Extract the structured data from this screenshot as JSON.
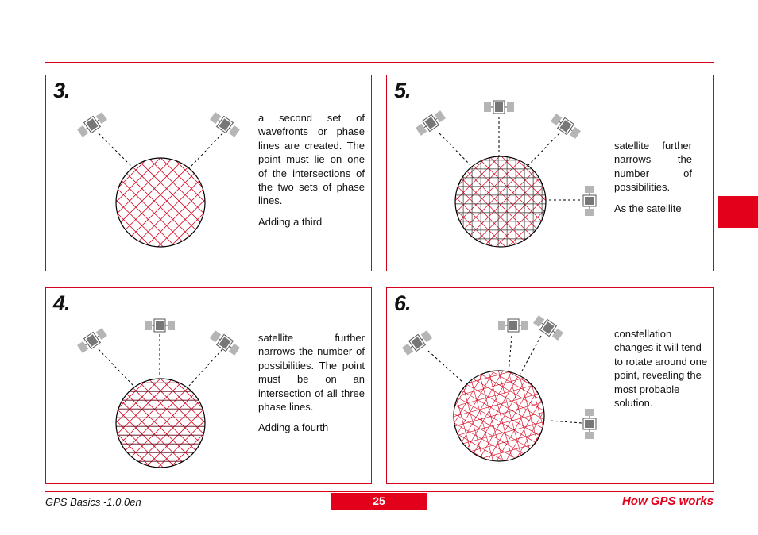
{
  "colors": {
    "accent": "#e2001a",
    "rule": "#d6001c",
    "mesh": "#d6001c",
    "satellite": "#b5b5b5"
  },
  "panels": {
    "p3": {
      "number": "3.",
      "paragraphs": [
        "a second set of wavefronts or phase lines are created. The point must lie on one of the intersections of the two sets of phase lines.",
        "Adding a third"
      ]
    },
    "p5": {
      "number": "5.",
      "paragraphs": [
        "satellite further narrows the number of possibilities.",
        "As the satellite"
      ]
    },
    "p4": {
      "number": "4.",
      "paragraphs": [
        "satellite further narrows the number of possibilities. The point must be on an intersection of all three phase lines.",
        "Adding a fourth"
      ]
    },
    "p6": {
      "number": "6.",
      "paragraphs": [
        "constellation changes it will tend to rotate around one point, revealing the most probable solution."
      ]
    }
  },
  "footer": {
    "document": "GPS Basics -1.0.0en",
    "page_number": "25",
    "section": "How GPS works"
  }
}
